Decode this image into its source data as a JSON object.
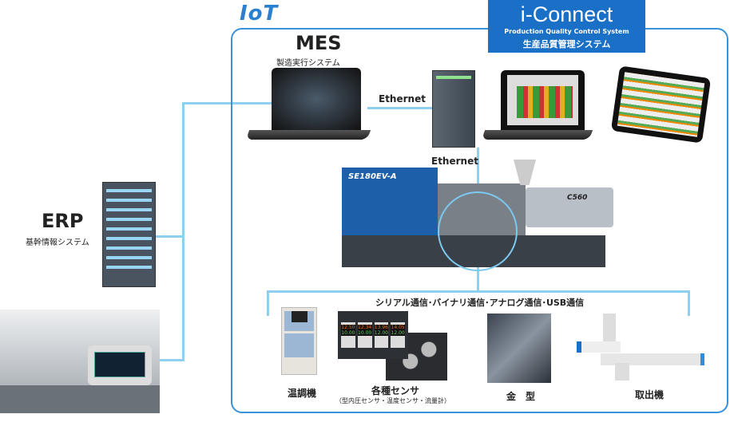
{
  "iot_label": "IoT",
  "iconnect": {
    "title": "i-Connect",
    "subtitle": "Production Quality Control System",
    "jp": "生産品質管理システム"
  },
  "mes": {
    "title": "MES",
    "subtitle": "製造実行システム"
  },
  "erp": {
    "title": "ERP",
    "subtitle": "基幹情報システム"
  },
  "ethernet_top": "Ethernet",
  "ethernet_mid": "Ethernet",
  "machine_model": "SE180EV-A",
  "machine_unit": "C560",
  "comm_label": "シリアル通信･バイナリ通信･アナログ通信･USB通信",
  "devices": [
    {
      "label": "温調機"
    },
    {
      "label": "各種センサ",
      "sub": "（型内圧センサ・温度センサ・流量計）",
      "readings": [
        [
          "12.50",
          "10.00"
        ],
        [
          "12.34",
          "10.00"
        ],
        [
          "13.96",
          "12.00"
        ],
        [
          "14.05",
          "12.00"
        ]
      ]
    },
    {
      "label": "金　型"
    },
    {
      "label": "取出機"
    }
  ],
  "colors": {
    "accent": "#1a6fc7",
    "line": "#8fd0f0",
    "frame": "#3a92d8"
  }
}
